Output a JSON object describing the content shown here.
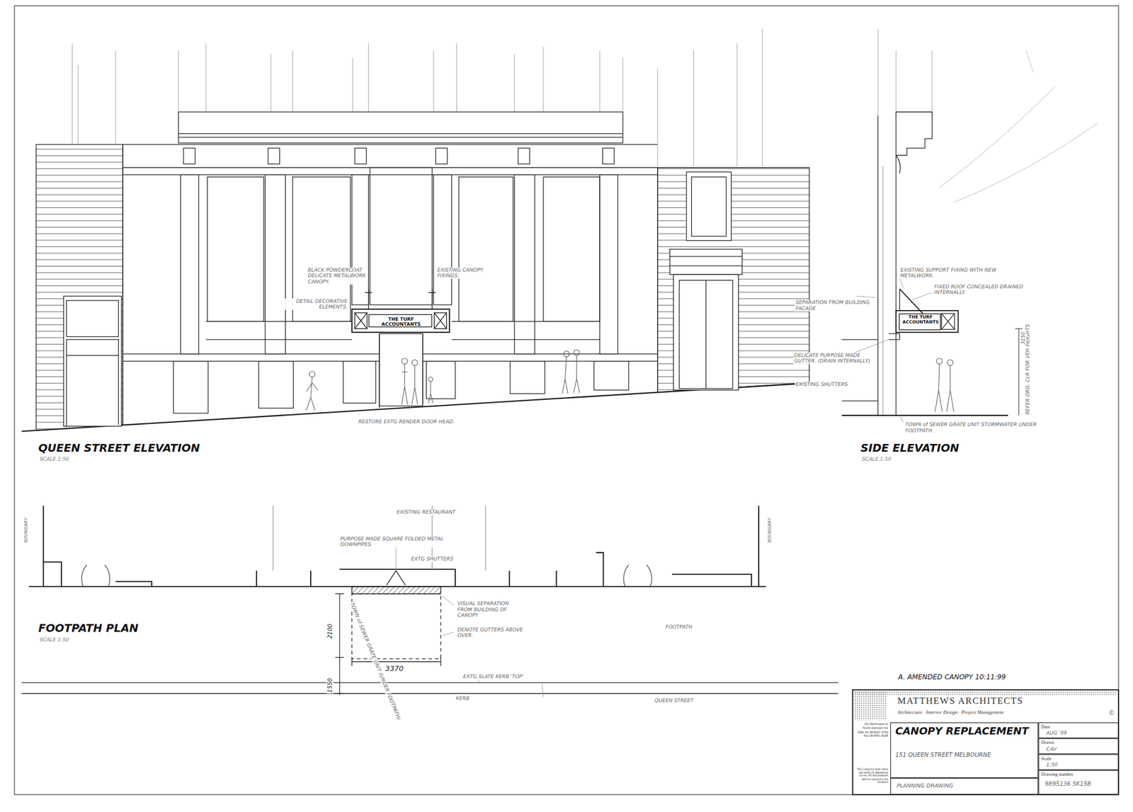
{
  "diagram": {
    "nodes": [
      {
        "text": [
          "THE TURF ACCOUNTANTS"
        ]
      },
      {
        "text": [
          "THE TURF ACCOUNTANTS"
        ]
      },
      {
        "text": [
          "MATTHEWS ARCHITECTS",
          "Architecture · Interior Design · Project Management"
        ]
      },
      {
        "text": [
          "CANOPY REPLACEMENT",
          "151 QUEEN STREET MELBOURNE"
        ],
        "in": 2
      },
      {
        "text": [
          "Date",
          "AUG '99"
        ],
        "in": 2
      },
      {
        "text": [
          "Drawn",
          "CAV"
        ],
        "in": 2
      },
      {
        "text": [
          "Scale",
          "1:50"
        ],
        "in": 2
      },
      {
        "text": [
          "Drawing number",
          "9895136 SK15B"
        ],
        "in": 2
      },
      {
        "text": [
          "PLANNING DRAWING"
        ],
        "in": 2
      }
    ],
    "labels": [
      "QUEEN STREET ELEVATION",
      "SCALE 1:50",
      "SIDE ELEVATION",
      "SCALE 1:50",
      "FOOTPATH PLAN",
      "SCALE 1:50",
      "BLACK POWDERCOAT DELICATE METALWORK CANOPY.",
      "EXISTING CANOPY FIXINGS.",
      "DETAIL DECORATIVE ELEMENTS.",
      "RESTORE EXTG RENDER DOOR HEAD.",
      "EXISTING SUPPORT FIXING WITH NEW METALWORK.",
      "FIXED ROOF CONCEALED DRAINED INTERNALLY.",
      "SEPARATION FROM BUILDING FACADE",
      "DELICATE PURPOSE MADE GUTTER. (DRAIN INTERNALLY)",
      "EXISTING SHUTTERS",
      "TOWN of SEWER GRATE UNIT STORMWATER UNDER FOOTPATH.",
      "REFER ORD. CLR FOR VEH HEIGHTS",
      "3150",
      "EXISTING RESTAURANT",
      "PURPOSE MADE SQUARE FOLDED METAL DOWNPIPES",
      "EXTG SHUTTERS",
      "VISUAL SEPARATION FROM BUILDING OF CANOPY",
      "DENOTE GUTTERS ABOVE OVER.",
      "TOWN of SEWER GRATE UNIT (UNDER FOOTPATH)",
      "FOOTPATH",
      "2100",
      "1550",
      "3370",
      "EXTG SLATE KERB 'TOP'",
      "KERB",
      "QUEEN STREET",
      "BOUNDARY",
      "BOUNDARY",
      "A. AMENDED CANOPY 10:11:99",
      "262 Melbourne St North Adelaide SA 5006 Tel 08-8267 4766 Fax 08-8361 8268",
      "The Contractor shall check and verify all dimensions on site. All discrepancies shall be reported to the Architect",
      "©"
    ]
  }
}
